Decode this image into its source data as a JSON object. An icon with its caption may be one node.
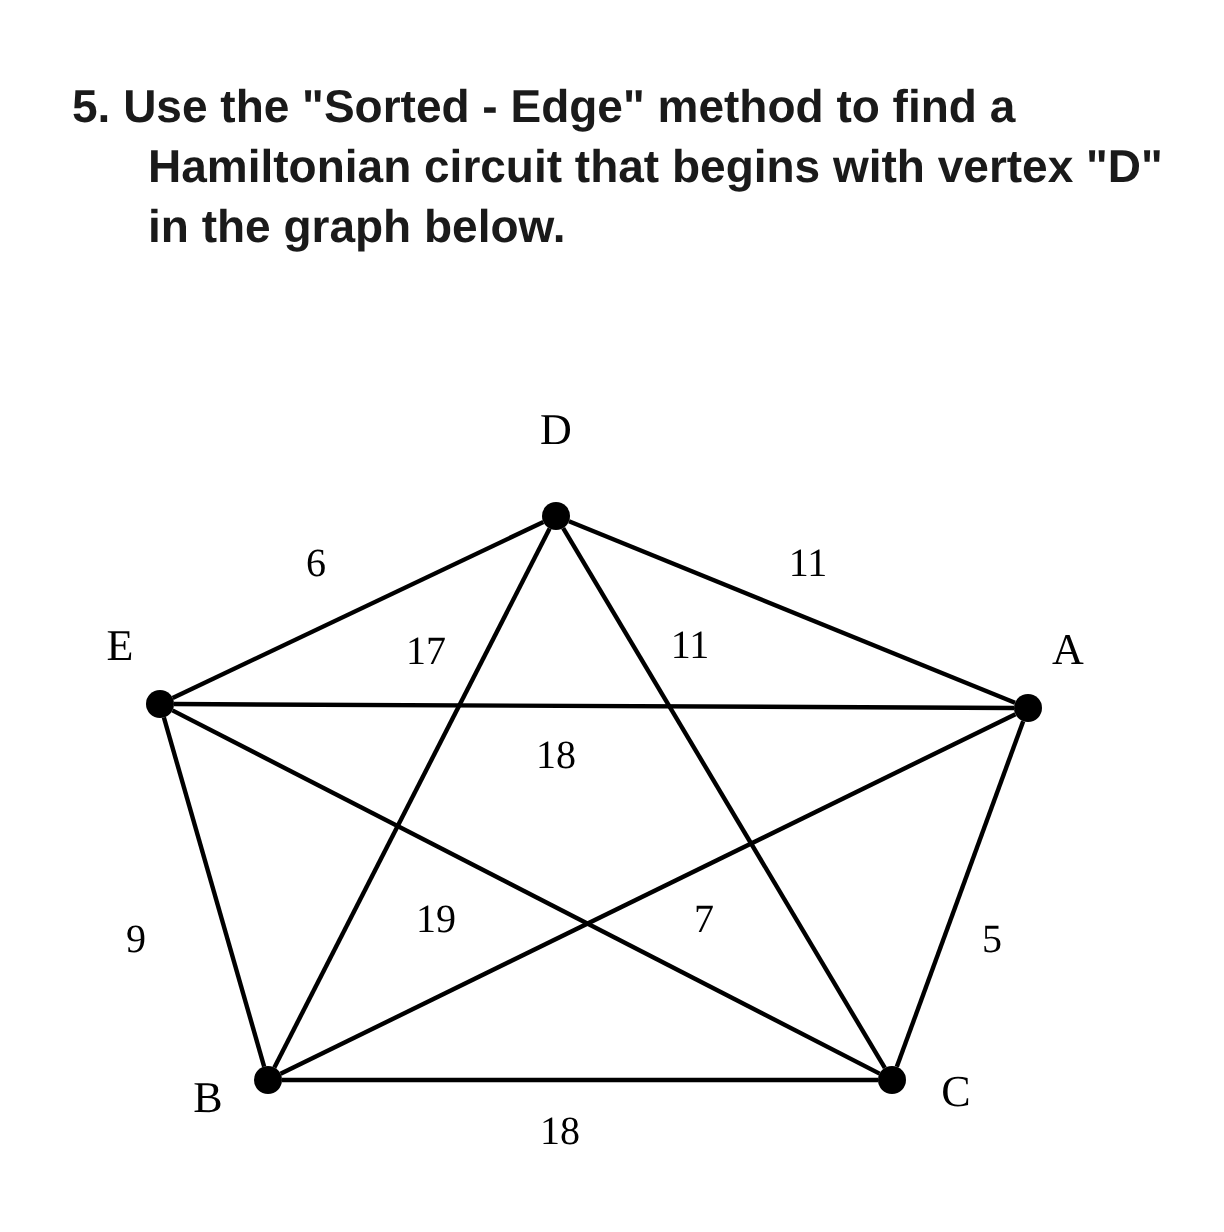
{
  "diagram": {
    "title": "5. Use the \"Sorted - Edge\" method to find a Hamiltonian circuit that begins with vertex \"D\" in the graph below.",
    "nodes": [
      {
        "text": [],
        "shape": "circle",
        "beside": [
          "D"
        ]
      },
      {
        "text": [],
        "shape": "circle",
        "beside": [
          "E"
        ]
      },
      {
        "text": [],
        "shape": "circle",
        "beside": [
          "A"
        ]
      },
      {
        "text": [],
        "shape": "circle",
        "beside": [
          "B"
        ]
      },
      {
        "text": [],
        "shape": "circle",
        "beside": [
          "C"
        ]
      }
    ],
    "edges": [
      {
        "from": 0,
        "to": 1,
        "arrow": "none",
        "label": "6"
      },
      {
        "from": 0,
        "to": 2,
        "arrow": "none",
        "label": "11"
      },
      {
        "from": 0,
        "to": 3,
        "arrow": "none",
        "label": "17"
      },
      {
        "from": 0,
        "to": 4,
        "arrow": "none",
        "label": "11"
      },
      {
        "from": 1,
        "to": 2,
        "arrow": "none",
        "label": "18"
      },
      {
        "from": 1,
        "to": 3,
        "arrow": "none",
        "label": "9"
      },
      {
        "from": 1,
        "to": 4,
        "arrow": "none",
        "label": "19"
      },
      {
        "from": 3,
        "to": 2,
        "arrow": "none",
        "label": "7"
      },
      {
        "from": 2,
        "to": 4,
        "arrow": "none",
        "label": "5"
      },
      {
        "from": 3,
        "to": 4,
        "arrow": "none",
        "label": "18"
      }
    ]
  }
}
